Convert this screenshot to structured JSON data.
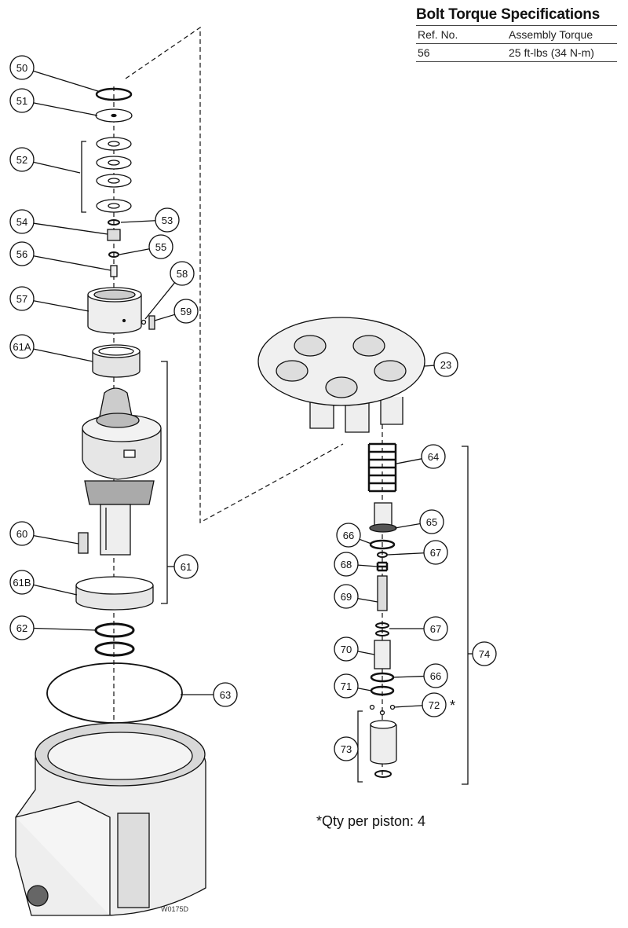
{
  "spec_table": {
    "title": "Bolt Torque Specifications",
    "headers": [
      "Ref. No.",
      "Assembly Torque"
    ],
    "rows": [
      [
        "56",
        "25 ft-lbs (34 N-m)"
      ]
    ]
  },
  "callouts": [
    "50",
    "51",
    "52",
    "54",
    "53",
    "55",
    "56",
    "58",
    "57",
    "59",
    "61A",
    "23",
    "64",
    "65",
    "66",
    "67",
    "68",
    "69",
    "60",
    "61",
    "61B",
    "62",
    "67",
    "74",
    "70",
    "66",
    "71",
    "72",
    "63",
    "73"
  ],
  "asterisk": "*",
  "footnote": "*Qty per piston: 4",
  "drawing_code": "W0175D"
}
